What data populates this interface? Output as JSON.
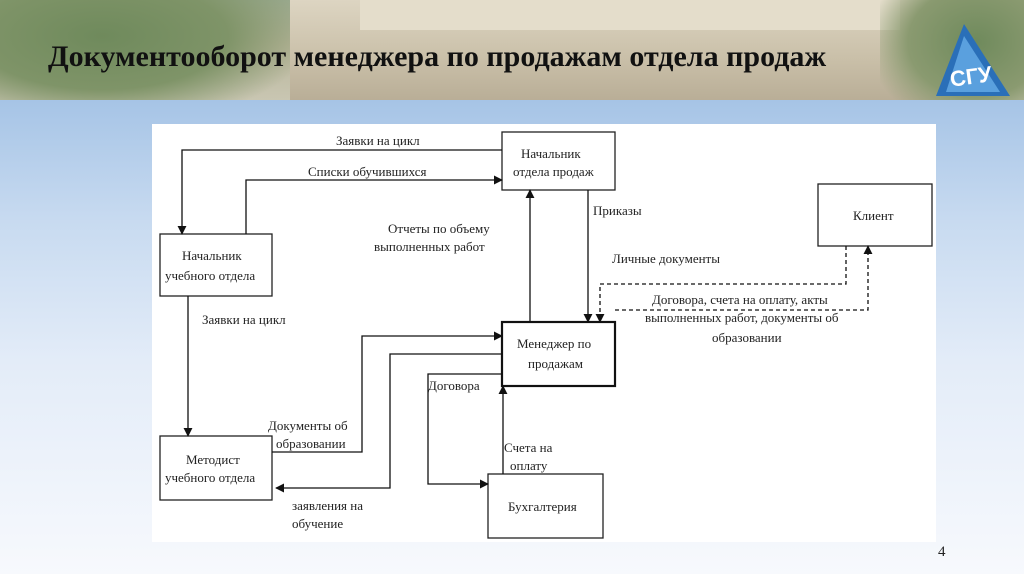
{
  "slide": {
    "title": "Документооборот менеджера по продажам отдела продаж",
    "page_number": "4",
    "logo_text": "СГУ"
  },
  "diagram": {
    "nodes": {
      "head_sales": [
        "Начальник",
        "отдела продаж"
      ],
      "head_edu": [
        "Начальник",
        "учебного отдела"
      ],
      "client": [
        "Клиент"
      ],
      "manager": [
        "Менеджер по",
        "продажам"
      ],
      "methodist": [
        "Методист",
        "учебного отдела"
      ],
      "accounting": [
        "Бухгалтерия"
      ]
    },
    "edges": {
      "requests_top": "Заявки на цикл",
      "students_list": "Списки обучившихся",
      "reports": [
        "Отчеты по объему",
        "выполненных работ"
      ],
      "orders": "Приказы",
      "personal_docs": "Личные документы",
      "contracts_client": [
        "Договора, счета на оплату, акты",
        "выполненных работ, документы об",
        "образовании"
      ],
      "requests_left": "Заявки на цикл",
      "edu_docs": [
        "Документы об",
        "образовании"
      ],
      "contracts": "Договора",
      "invoices": [
        "Счета на",
        "оплату"
      ],
      "applications": [
        "заявления на",
        "обучение"
      ]
    }
  }
}
